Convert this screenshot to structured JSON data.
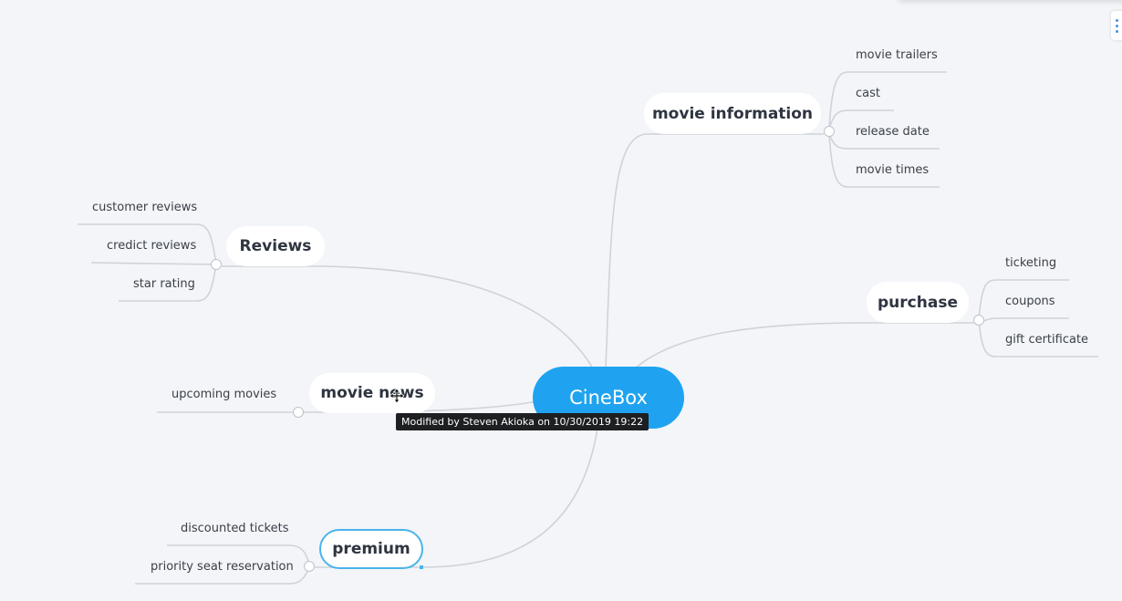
{
  "central": {
    "label": "CineBox",
    "color": "#1fa3f0"
  },
  "topics": {
    "movie_information": {
      "label": "movie information",
      "subtopics": [
        "movie trailers",
        "cast",
        "release date",
        "movie times"
      ]
    },
    "reviews": {
      "label": "Reviews",
      "subtopics": [
        "customer reviews",
        "credict reviews",
        "star rating"
      ]
    },
    "purchase": {
      "label": "purchase",
      "subtopics": [
        "ticketing",
        "coupons",
        "gift certificate"
      ]
    },
    "movie_news": {
      "label": "movie news",
      "subtopics": [
        "upcoming movies"
      ]
    },
    "premium": {
      "label": "premium",
      "subtopics": [
        "discounted tickets",
        "priority seat reservation"
      ],
      "selected": true
    }
  },
  "tooltip": {
    "text": "Modified by Steven Akioka on 10/30/2019 19:22"
  },
  "colors": {
    "background": "#f3f5f9",
    "line": "#cfd3d8",
    "selection": "#4ab4ea"
  },
  "icons": {
    "cursor": "move-cursor-icon",
    "panel_toggle": "more-options-icon"
  }
}
